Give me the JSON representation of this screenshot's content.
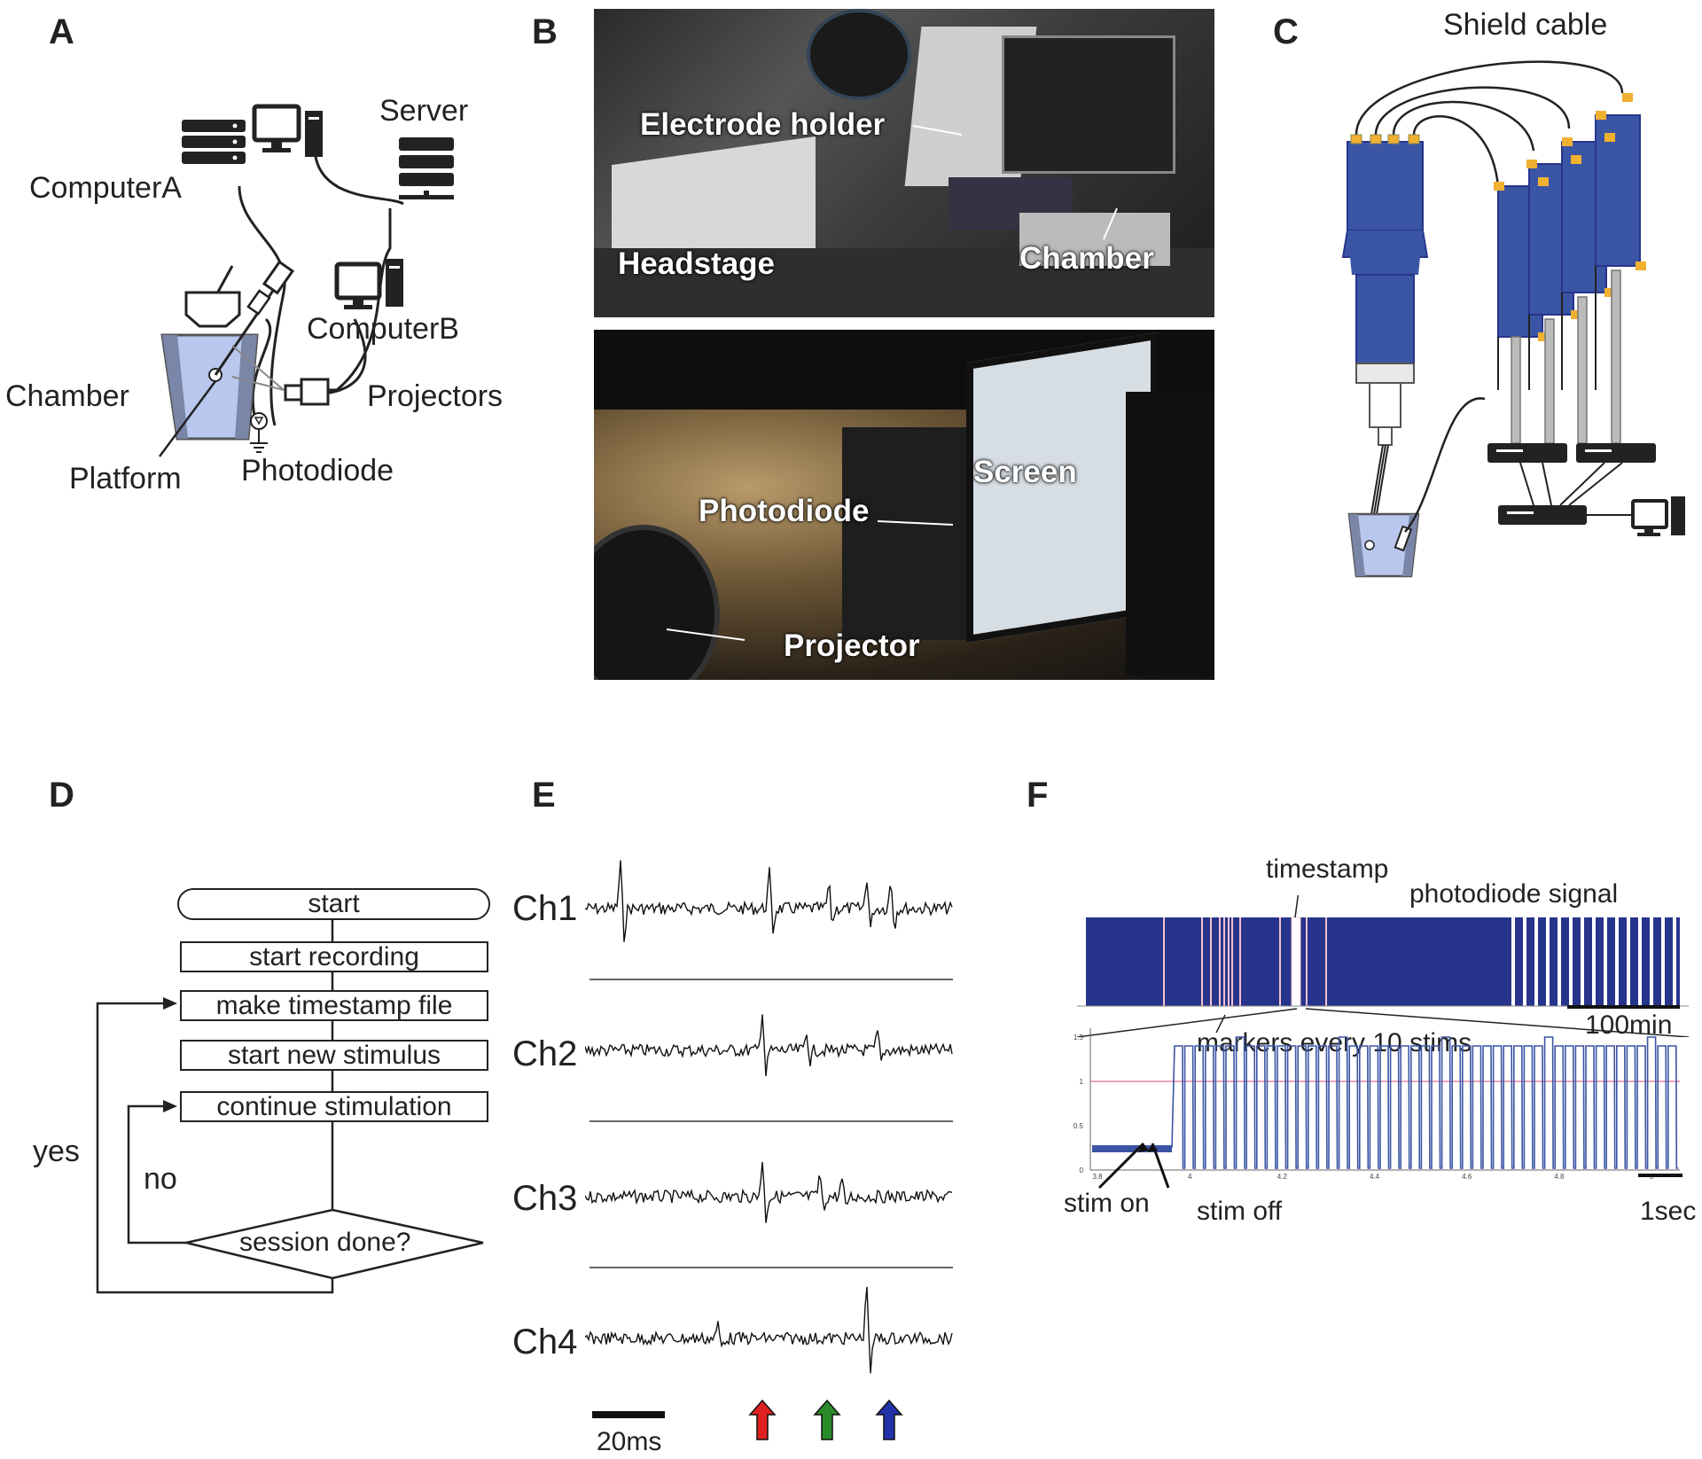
{
  "panels": {
    "a": "A",
    "b": "B",
    "c": "C",
    "d": "D",
    "e": "E",
    "f": "F"
  },
  "panelA": {
    "server": "Server",
    "computerA": "ComputerA",
    "computerB": "ComputerB",
    "chamber": "Chamber",
    "projectors": "Projectors",
    "platform": "Platform",
    "photodiode": "Photodiode"
  },
  "panelB": {
    "electrode_holder": "Electrode holder",
    "headstage": "Headstage",
    "chamber": "Chamber",
    "screen": "Screen",
    "photodiode": "Photodiode",
    "projector": "Projector"
  },
  "panelC": {
    "shield_cable": "Shield cable"
  },
  "panelD": {
    "start": "start",
    "start_recording": "start recording",
    "make_timestamp": "make timestamp file",
    "start_stimulus": "start new stimulus",
    "continue_stim": "continue stimulation",
    "session_done": "session done?",
    "yes": "yes",
    "no": "no"
  },
  "panelE": {
    "channels": [
      "Ch1",
      "Ch2",
      "Ch3",
      "Ch4"
    ],
    "scale": "20ms",
    "arrow_colors": [
      "#e02020",
      "#2a8a2a",
      "#2233aa"
    ]
  },
  "panelF": {
    "timestamp": "timestamp",
    "photodiode_signal": "photodiode signal",
    "scale_top": "100min",
    "markers": "markers every 10 stims",
    "stim_on": "stim on",
    "stim_off": "stim off",
    "scale_bottom": "1sec",
    "y_ticks": [
      "1.5",
      "1",
      "0.5",
      "0"
    ],
    "x_ticks": [
      "3.8",
      "4",
      "4.2",
      "4.4",
      "4.6",
      "4.8",
      "5"
    ]
  },
  "colors": {
    "blue": "#3b55a5",
    "navy": "#27348b",
    "light_blue": "#b9c7ee",
    "orange": "#f0b030",
    "red_line": "#e0708a"
  }
}
